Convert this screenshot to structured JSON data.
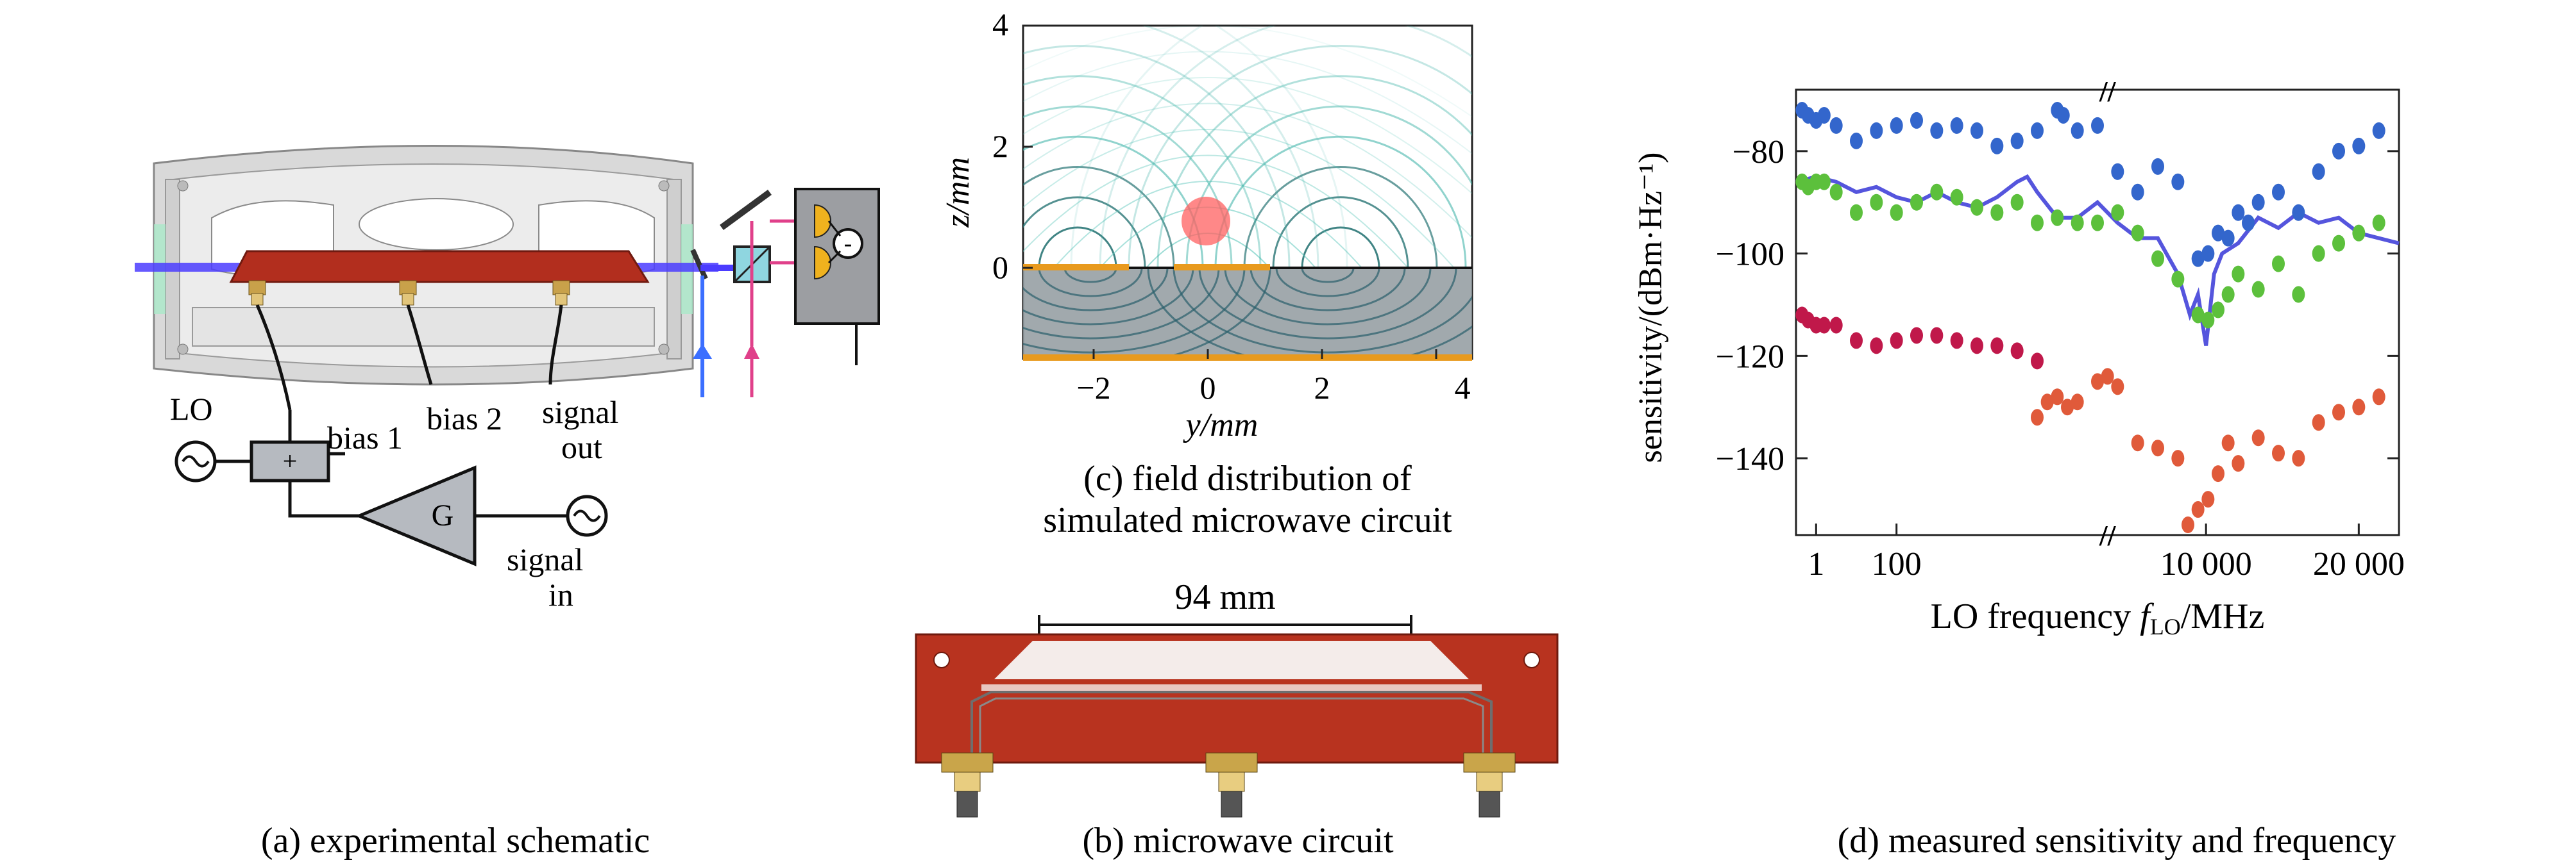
{
  "panel_a": {
    "labels": {
      "lo": "LO",
      "bias1": "bias 1",
      "bias2": "bias 2",
      "signal_out_1": "signal",
      "signal_out_2": "out",
      "plus": "+",
      "amp": "G",
      "signal_in_1": "signal",
      "signal_in_2": "in",
      "minus": "-"
    },
    "caption": "(a) experimental schematic"
  },
  "panel_b": {
    "dimension": "94 mm",
    "caption": "(b) microwave circuit"
  },
  "panel_c": {
    "ylabel": "z/mm",
    "xlabel": "y/mm",
    "caption_line1": "(c) field distribution of",
    "caption_line2": "simulated microwave circuit",
    "xticks": [
      "−2",
      "0",
      "2",
      "4"
    ],
    "yticks": [
      "4",
      "2",
      "0"
    ]
  },
  "panel_d": {
    "caption": "(d) measured sensitivity and frequency",
    "break_mark": "//"
  },
  "chart_data": {
    "type": "scatter",
    "xlabel": "LO frequency fLO/MHz",
    "xlabel_parts": {
      "pre": "LO frequency ",
      "italic": "f",
      "sub": "LO",
      "post": "/MHz"
    },
    "ylabel": "sensitivity/(dBm·Hz⁻¹)",
    "xtick_labels": [
      "1",
      "100",
      "10 000",
      "20 000"
    ],
    "ytick_labels": [
      "−80",
      "−100",
      "−120",
      "−140"
    ],
    "ylim": [
      -155,
      -68
    ],
    "colors": {
      "blue": "#3366cc",
      "green": "#5cc03c",
      "crimson": "#c0184a",
      "orange": "#e05a3a",
      "line": "#5555dd"
    },
    "series": [
      {
        "color_key": "blue",
        "points": [
          [
            0.3,
            -72
          ],
          [
            0.6,
            -73
          ],
          [
            1,
            -74
          ],
          [
            1.4,
            -73
          ],
          [
            2,
            -75
          ],
          [
            3,
            -78
          ],
          [
            4,
            -76
          ],
          [
            5,
            -75
          ],
          [
            6,
            -74
          ],
          [
            7,
            -76
          ],
          [
            8,
            -75
          ],
          [
            9,
            -76
          ],
          [
            10,
            -79
          ],
          [
            11,
            -78
          ],
          [
            12,
            -76
          ],
          [
            13,
            -72
          ],
          [
            13.3,
            -73
          ],
          [
            14,
            -76
          ],
          [
            15,
            -75
          ],
          [
            16,
            -84
          ],
          [
            17,
            -88
          ],
          [
            18,
            -83
          ],
          [
            19,
            -86
          ],
          [
            20,
            -101
          ],
          [
            20.5,
            -100
          ],
          [
            21,
            -96
          ],
          [
            21.5,
            -97
          ],
          [
            22,
            -92
          ],
          [
            22.5,
            -94
          ],
          [
            23,
            -90
          ],
          [
            24,
            -88
          ],
          [
            25,
            -92
          ],
          [
            26,
            -84
          ],
          [
            27,
            -80
          ],
          [
            28,
            -79
          ],
          [
            29,
            -76
          ]
        ]
      },
      {
        "color_key": "green",
        "points": [
          [
            0.3,
            -86
          ],
          [
            0.6,
            -87
          ],
          [
            1,
            -86
          ],
          [
            1.4,
            -86
          ],
          [
            2,
            -88
          ],
          [
            3,
            -92
          ],
          [
            4,
            -90
          ],
          [
            5,
            -92
          ],
          [
            6,
            -90
          ],
          [
            7,
            -88
          ],
          [
            8,
            -89
          ],
          [
            9,
            -91
          ],
          [
            10,
            -92
          ],
          [
            11,
            -90
          ],
          [
            12,
            -94
          ],
          [
            13,
            -93
          ],
          [
            14,
            -94
          ],
          [
            15,
            -94
          ],
          [
            16,
            -92
          ],
          [
            17,
            -96
          ],
          [
            18,
            -101
          ],
          [
            19,
            -105
          ],
          [
            20,
            -112
          ],
          [
            20.5,
            -113
          ],
          [
            21,
            -111
          ],
          [
            21.5,
            -108
          ],
          [
            22,
            -104
          ],
          [
            23,
            -107
          ],
          [
            24,
            -102
          ],
          [
            25,
            -108
          ],
          [
            26,
            -100
          ],
          [
            27,
            -98
          ],
          [
            28,
            -96
          ],
          [
            29,
            -94
          ]
        ]
      },
      {
        "color_key": "crimson",
        "points": [
          [
            0.3,
            -112
          ],
          [
            0.6,
            -113
          ],
          [
            1,
            -114
          ],
          [
            1.4,
            -114
          ],
          [
            2,
            -114
          ],
          [
            3,
            -117
          ],
          [
            4,
            -118
          ],
          [
            5,
            -117
          ],
          [
            6,
            -116
          ],
          [
            7,
            -116
          ],
          [
            8,
            -117
          ],
          [
            9,
            -118
          ],
          [
            10,
            -118
          ],
          [
            11,
            -119
          ],
          [
            12,
            -121
          ]
        ]
      },
      {
        "color_key": "orange",
        "points": [
          [
            12,
            -132
          ],
          [
            12.5,
            -129
          ],
          [
            13,
            -128
          ],
          [
            13.5,
            -130
          ],
          [
            14,
            -129
          ],
          [
            15,
            -125
          ],
          [
            15.5,
            -124
          ],
          [
            16,
            -126
          ],
          [
            17,
            -137
          ],
          [
            18,
            -138
          ],
          [
            19,
            -140
          ],
          [
            19.5,
            -153
          ],
          [
            20,
            -150
          ],
          [
            20.5,
            -148
          ],
          [
            21,
            -143
          ],
          [
            21.5,
            -137
          ],
          [
            22,
            -141
          ],
          [
            23,
            -136
          ],
          [
            24,
            -139
          ],
          [
            25,
            -140
          ],
          [
            26,
            -133
          ],
          [
            27,
            -131
          ],
          [
            28,
            -130
          ],
          [
            29,
            -128
          ]
        ]
      }
    ],
    "line_series": {
      "color_key": "line",
      "points": [
        [
          0,
          -86
        ],
        [
          1,
          -85
        ],
        [
          2,
          -86
        ],
        [
          3,
          -88
        ],
        [
          4,
          -87
        ],
        [
          5,
          -89
        ],
        [
          6,
          -90
        ],
        [
          7,
          -88
        ],
        [
          8,
          -90
        ],
        [
          9,
          -91
        ],
        [
          10,
          -89
        ],
        [
          11,
          -86
        ],
        [
          11.5,
          -85
        ],
        [
          12,
          -88
        ],
        [
          13,
          -93
        ],
        [
          14,
          -93
        ],
        [
          15,
          -90
        ],
        [
          16,
          -94
        ],
        [
          17,
          -97
        ],
        [
          18,
          -97
        ],
        [
          19,
          -104
        ],
        [
          19.6,
          -112
        ],
        [
          20,
          -108
        ],
        [
          20.4,
          -118
        ],
        [
          20.8,
          -104
        ],
        [
          21.2,
          -100
        ],
        [
          22,
          -98
        ],
        [
          23,
          -93
        ],
        [
          24,
          -95
        ],
        [
          25,
          -92
        ],
        [
          26,
          -94
        ],
        [
          27,
          -93
        ],
        [
          28,
          -96
        ],
        [
          30,
          -98
        ]
      ]
    }
  }
}
